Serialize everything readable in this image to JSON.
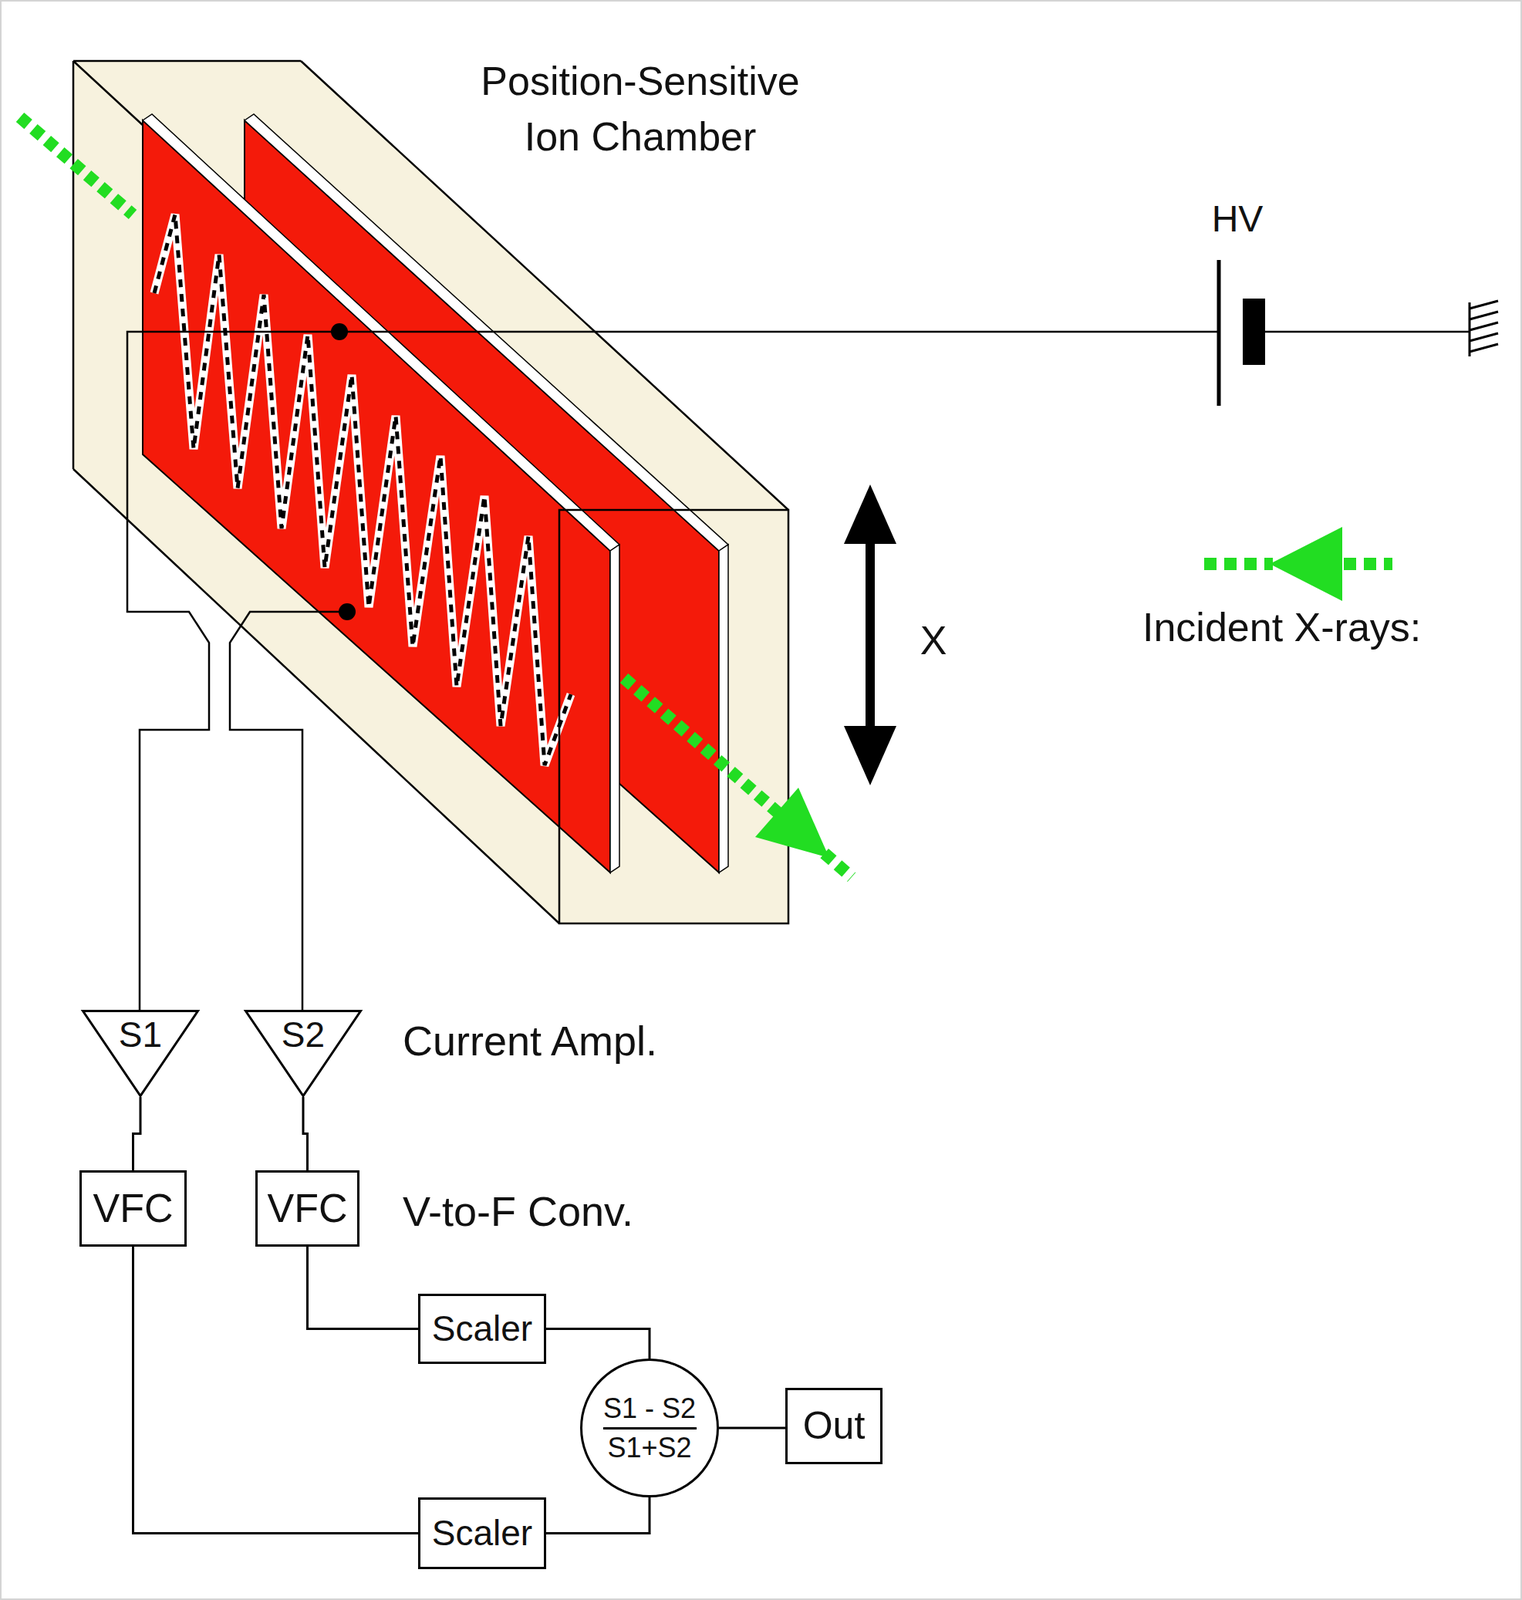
{
  "diagram": {
    "nodes": [
      {
        "text": [
          "S1"
        ]
      },
      {
        "text": [
          "S2"
        ]
      },
      {
        "text": [
          "VFC"
        ]
      },
      {
        "text": [
          "VFC"
        ]
      },
      {
        "text": [
          "Scaler"
        ]
      },
      {
        "text": [
          "S1 - S2",
          "S1+S2"
        ]
      },
      {
        "text": [
          "Out"
        ]
      },
      {
        "text": [
          "Scaler"
        ]
      }
    ],
    "edges": [
      {
        "from": 0,
        "to": 2,
        "arrow": "none"
      },
      {
        "from": 1,
        "to": 3,
        "arrow": "none"
      },
      {
        "from": 3,
        "to": 4,
        "arrow": "none"
      },
      {
        "from": 2,
        "to": 7,
        "arrow": "none"
      },
      {
        "from": 4,
        "to": 5,
        "arrow": "none"
      },
      {
        "from": 7,
        "to": 5,
        "arrow": "none"
      },
      {
        "from": 5,
        "to": 6,
        "arrow": "none"
      }
    ],
    "labels": [
      "Position-Sensitive Ion Chamber",
      "HV",
      "X",
      "Current Ampl.",
      "V-to-F Conv."
    ],
    "legend": [
      {
        "text": "Incident X-rays:"
      }
    ]
  }
}
